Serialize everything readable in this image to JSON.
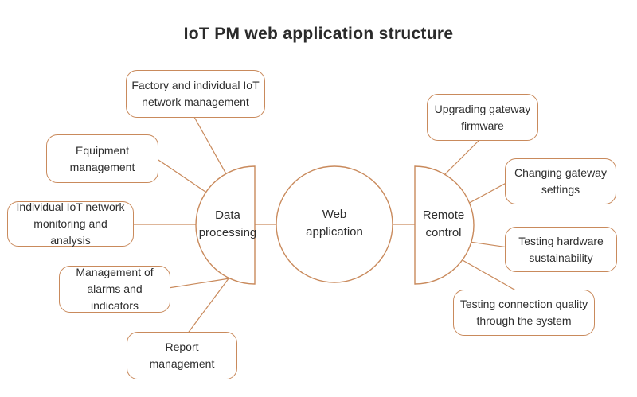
{
  "title": "IoT PM web application structure",
  "diagram": {
    "center": {
      "label_lines": [
        "Web",
        "application"
      ]
    },
    "hubs": {
      "data_processing": {
        "label_lines": [
          "Data",
          "processing"
        ]
      },
      "remote_control": {
        "label_lines": [
          "Remote",
          "control"
        ]
      }
    },
    "data_processing_nodes": [
      {
        "label_lines": [
          "Factory and individual IoT",
          "network management"
        ]
      },
      {
        "label_lines": [
          "Equipment",
          "management"
        ]
      },
      {
        "label_lines": [
          "Individual IoT network",
          "monitoring and analysis"
        ]
      },
      {
        "label_lines": [
          "Management of",
          "alarms and indicators"
        ]
      },
      {
        "label_lines": [
          "Report",
          "management"
        ]
      }
    ],
    "remote_control_nodes": [
      {
        "label_lines": [
          "Upgrading gateway",
          "firmware"
        ]
      },
      {
        "label_lines": [
          "Changing gateway",
          "settings"
        ]
      },
      {
        "label_lines": [
          "Testing hardware",
          "sustainability"
        ]
      },
      {
        "label_lines": [
          "Testing connection quality",
          "through the system"
        ]
      }
    ]
  },
  "colors": {
    "outline": "#c98a5c",
    "text": "#2d2d2d",
    "background": "#ffffff"
  }
}
